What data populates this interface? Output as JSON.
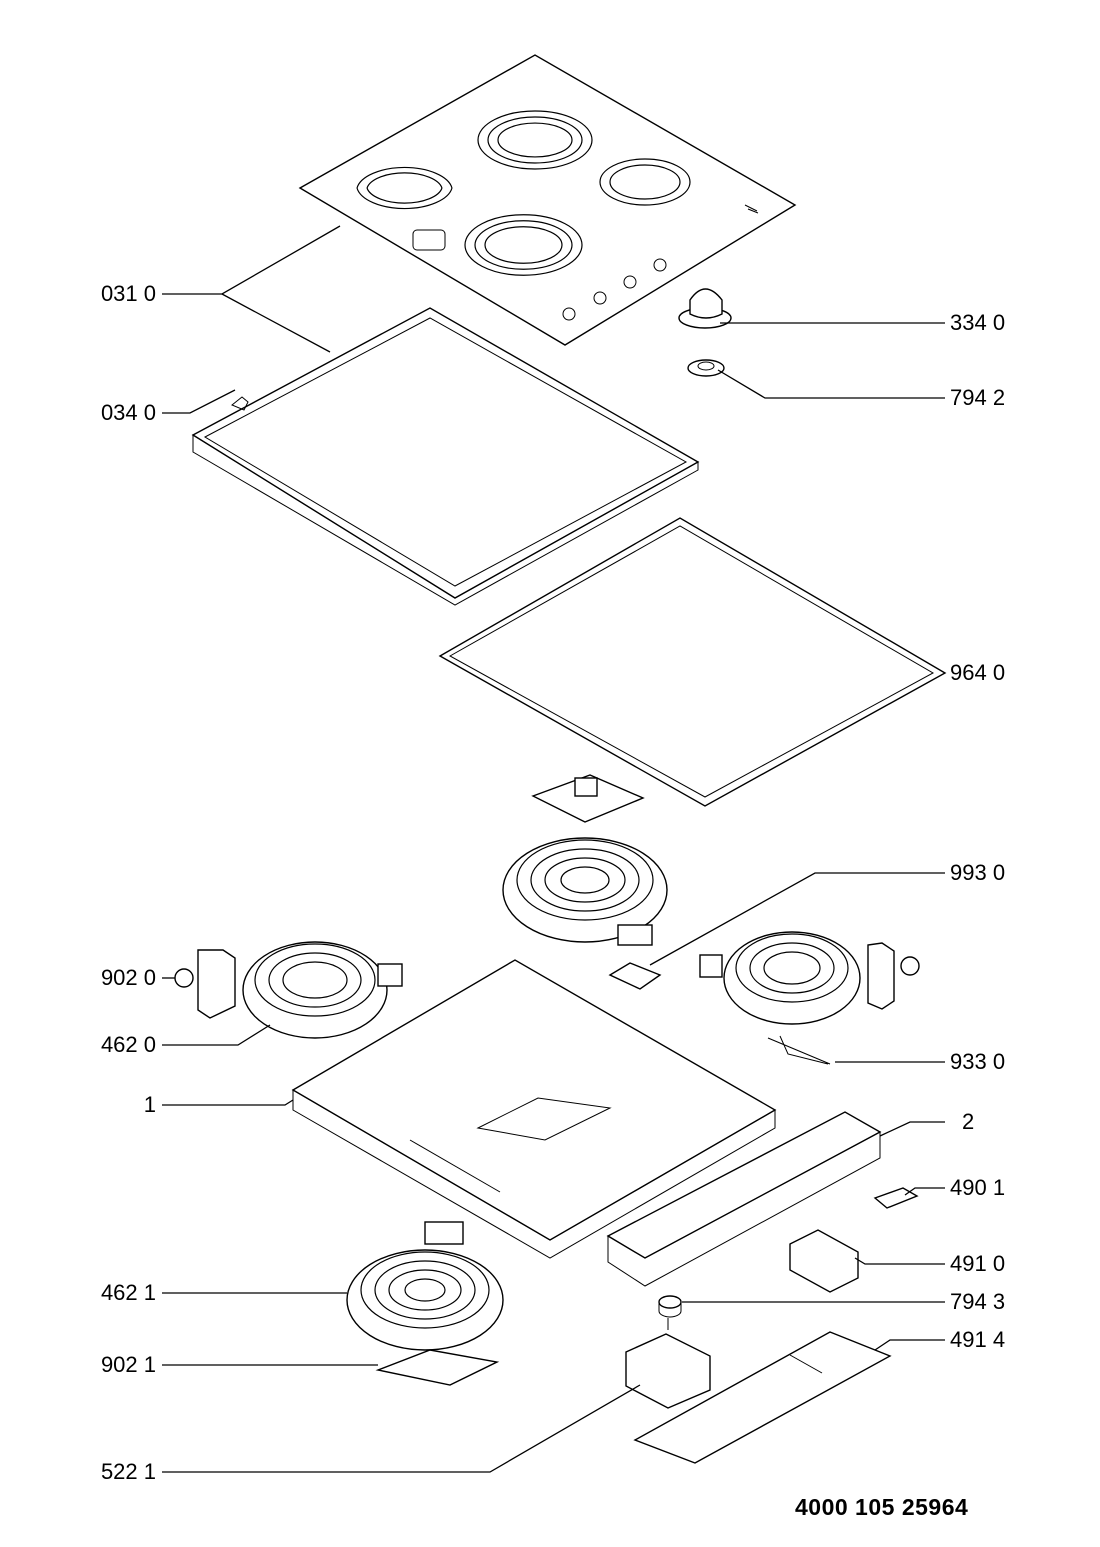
{
  "document_number": "4000 105 25964",
  "callouts": [
    {
      "id": "031-0",
      "text": "031 0",
      "side": "left"
    },
    {
      "id": "034-0",
      "text": "034 0",
      "side": "left"
    },
    {
      "id": "334-0",
      "text": "334 0",
      "side": "right"
    },
    {
      "id": "794-2",
      "text": "794 2",
      "side": "right"
    },
    {
      "id": "964-0",
      "text": "964 0",
      "side": "right"
    },
    {
      "id": "993-0",
      "text": "993 0",
      "side": "right"
    },
    {
      "id": "902-0",
      "text": "902 0",
      "side": "left"
    },
    {
      "id": "462-0",
      "text": "462 0",
      "side": "left"
    },
    {
      "id": "933-0",
      "text": "933 0",
      "side": "right"
    },
    {
      "id": "1",
      "text": "1",
      "side": "left"
    },
    {
      "id": "2",
      "text": "2",
      "side": "right"
    },
    {
      "id": "490-1",
      "text": "490 1",
      "side": "right"
    },
    {
      "id": "491-0",
      "text": "491 0",
      "side": "right"
    },
    {
      "id": "462-1",
      "text": "462 1",
      "side": "left"
    },
    {
      "id": "794-3",
      "text": "794 3",
      "side": "right"
    },
    {
      "id": "491-4",
      "text": "491 4",
      "side": "right"
    },
    {
      "id": "902-1",
      "text": "902 1",
      "side": "left"
    },
    {
      "id": "522-1",
      "text": "522 1",
      "side": "left"
    }
  ]
}
